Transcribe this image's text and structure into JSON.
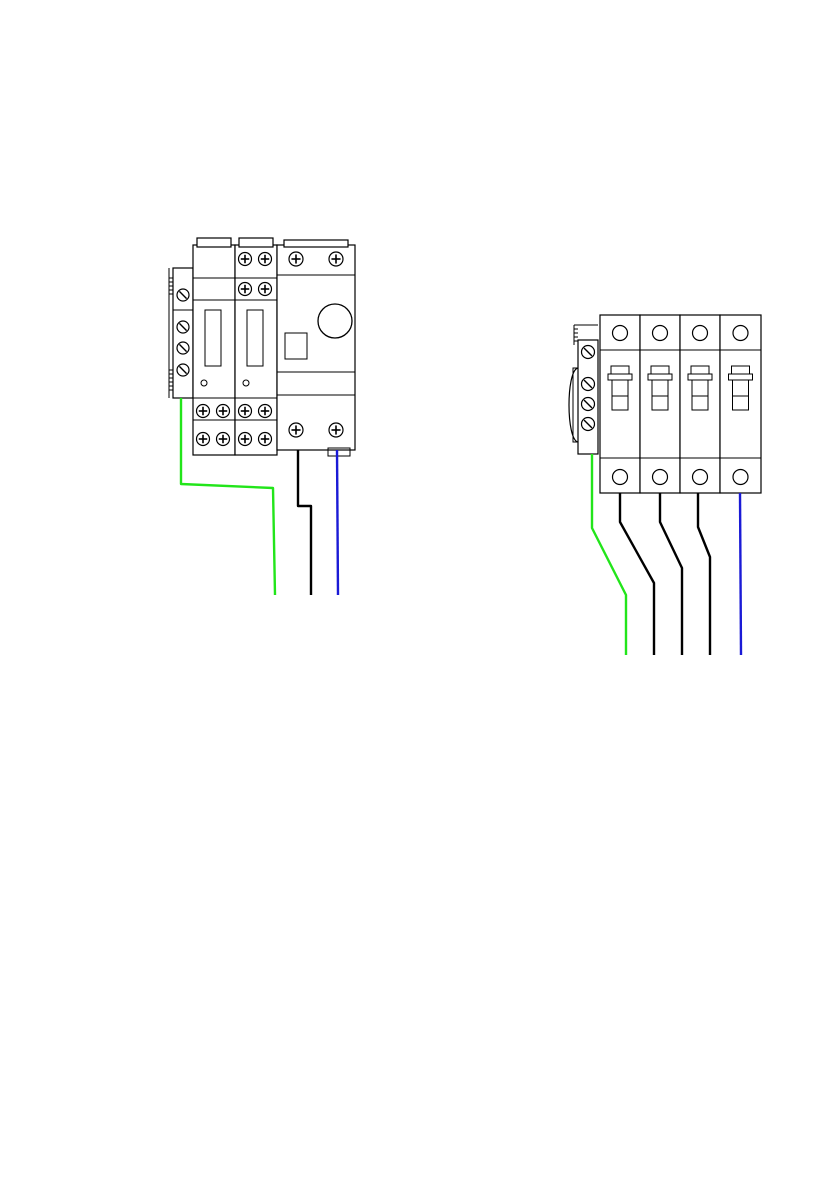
{
  "title": "",
  "colors": {
    "background": "#ffffff",
    "line": "#000000",
    "earth_wire": "#22e51a",
    "line_wire": "#000000",
    "neutral_wire": "#1a1ad6"
  },
  "assemblies": [
    {
      "name": "left-assembly",
      "components": [
        "terminal-block",
        "rcd-module-1",
        "rcd-module-2",
        "main-switch"
      ],
      "wires": [
        "earth",
        "line",
        "neutral"
      ]
    },
    {
      "name": "right-assembly",
      "components": [
        "terminal-block",
        "breaker-pole-1",
        "breaker-pole-2",
        "breaker-pole-3",
        "breaker-pole-4"
      ],
      "wires": [
        "earth",
        "line",
        "line",
        "line",
        "neutral"
      ]
    }
  ],
  "icons": [
    "slotted-screw-icon",
    "phillips-screw-icon",
    "terminal-hole-icon",
    "toggle-lever-icon"
  ]
}
